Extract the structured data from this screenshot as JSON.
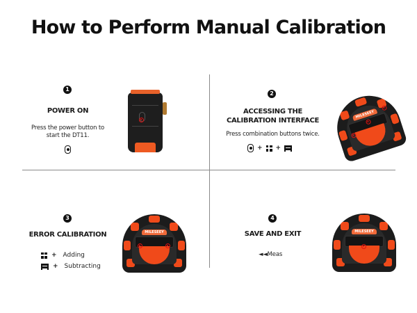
{
  "title": "How to Perform Manual Calibration",
  "steps": [
    {
      "number": "1",
      "title": "POWER ON",
      "description_line1": "Press the power button to",
      "description_line2": "start the DT11.",
      "icons": [
        "power-button-icon"
      ]
    },
    {
      "number": "2",
      "title_line1": "ACCESSING THE",
      "title_line2": "CALIBRATION INTERFACE",
      "description": "Press combination buttons twice.",
      "icons": [
        "power-button-icon",
        "grid-button-icon",
        "unit-button-icon"
      ],
      "plus": "+"
    },
    {
      "number": "3",
      "title": "ERROR CALIBRATION",
      "legend": [
        {
          "icon": "grid-button-icon",
          "plus": "+",
          "label": "Adding"
        },
        {
          "icon": "unit-button-icon",
          "plus": "+",
          "label": "Subtracting"
        }
      ]
    },
    {
      "number": "4",
      "title": "SAVE AND EXIT",
      "action": "◄◄Meas"
    }
  ],
  "device": {
    "brand": "MILESEEY",
    "accent_color": "#f04a1a",
    "body_color": "#1c1c1c",
    "highlight_color": "#e01010"
  }
}
